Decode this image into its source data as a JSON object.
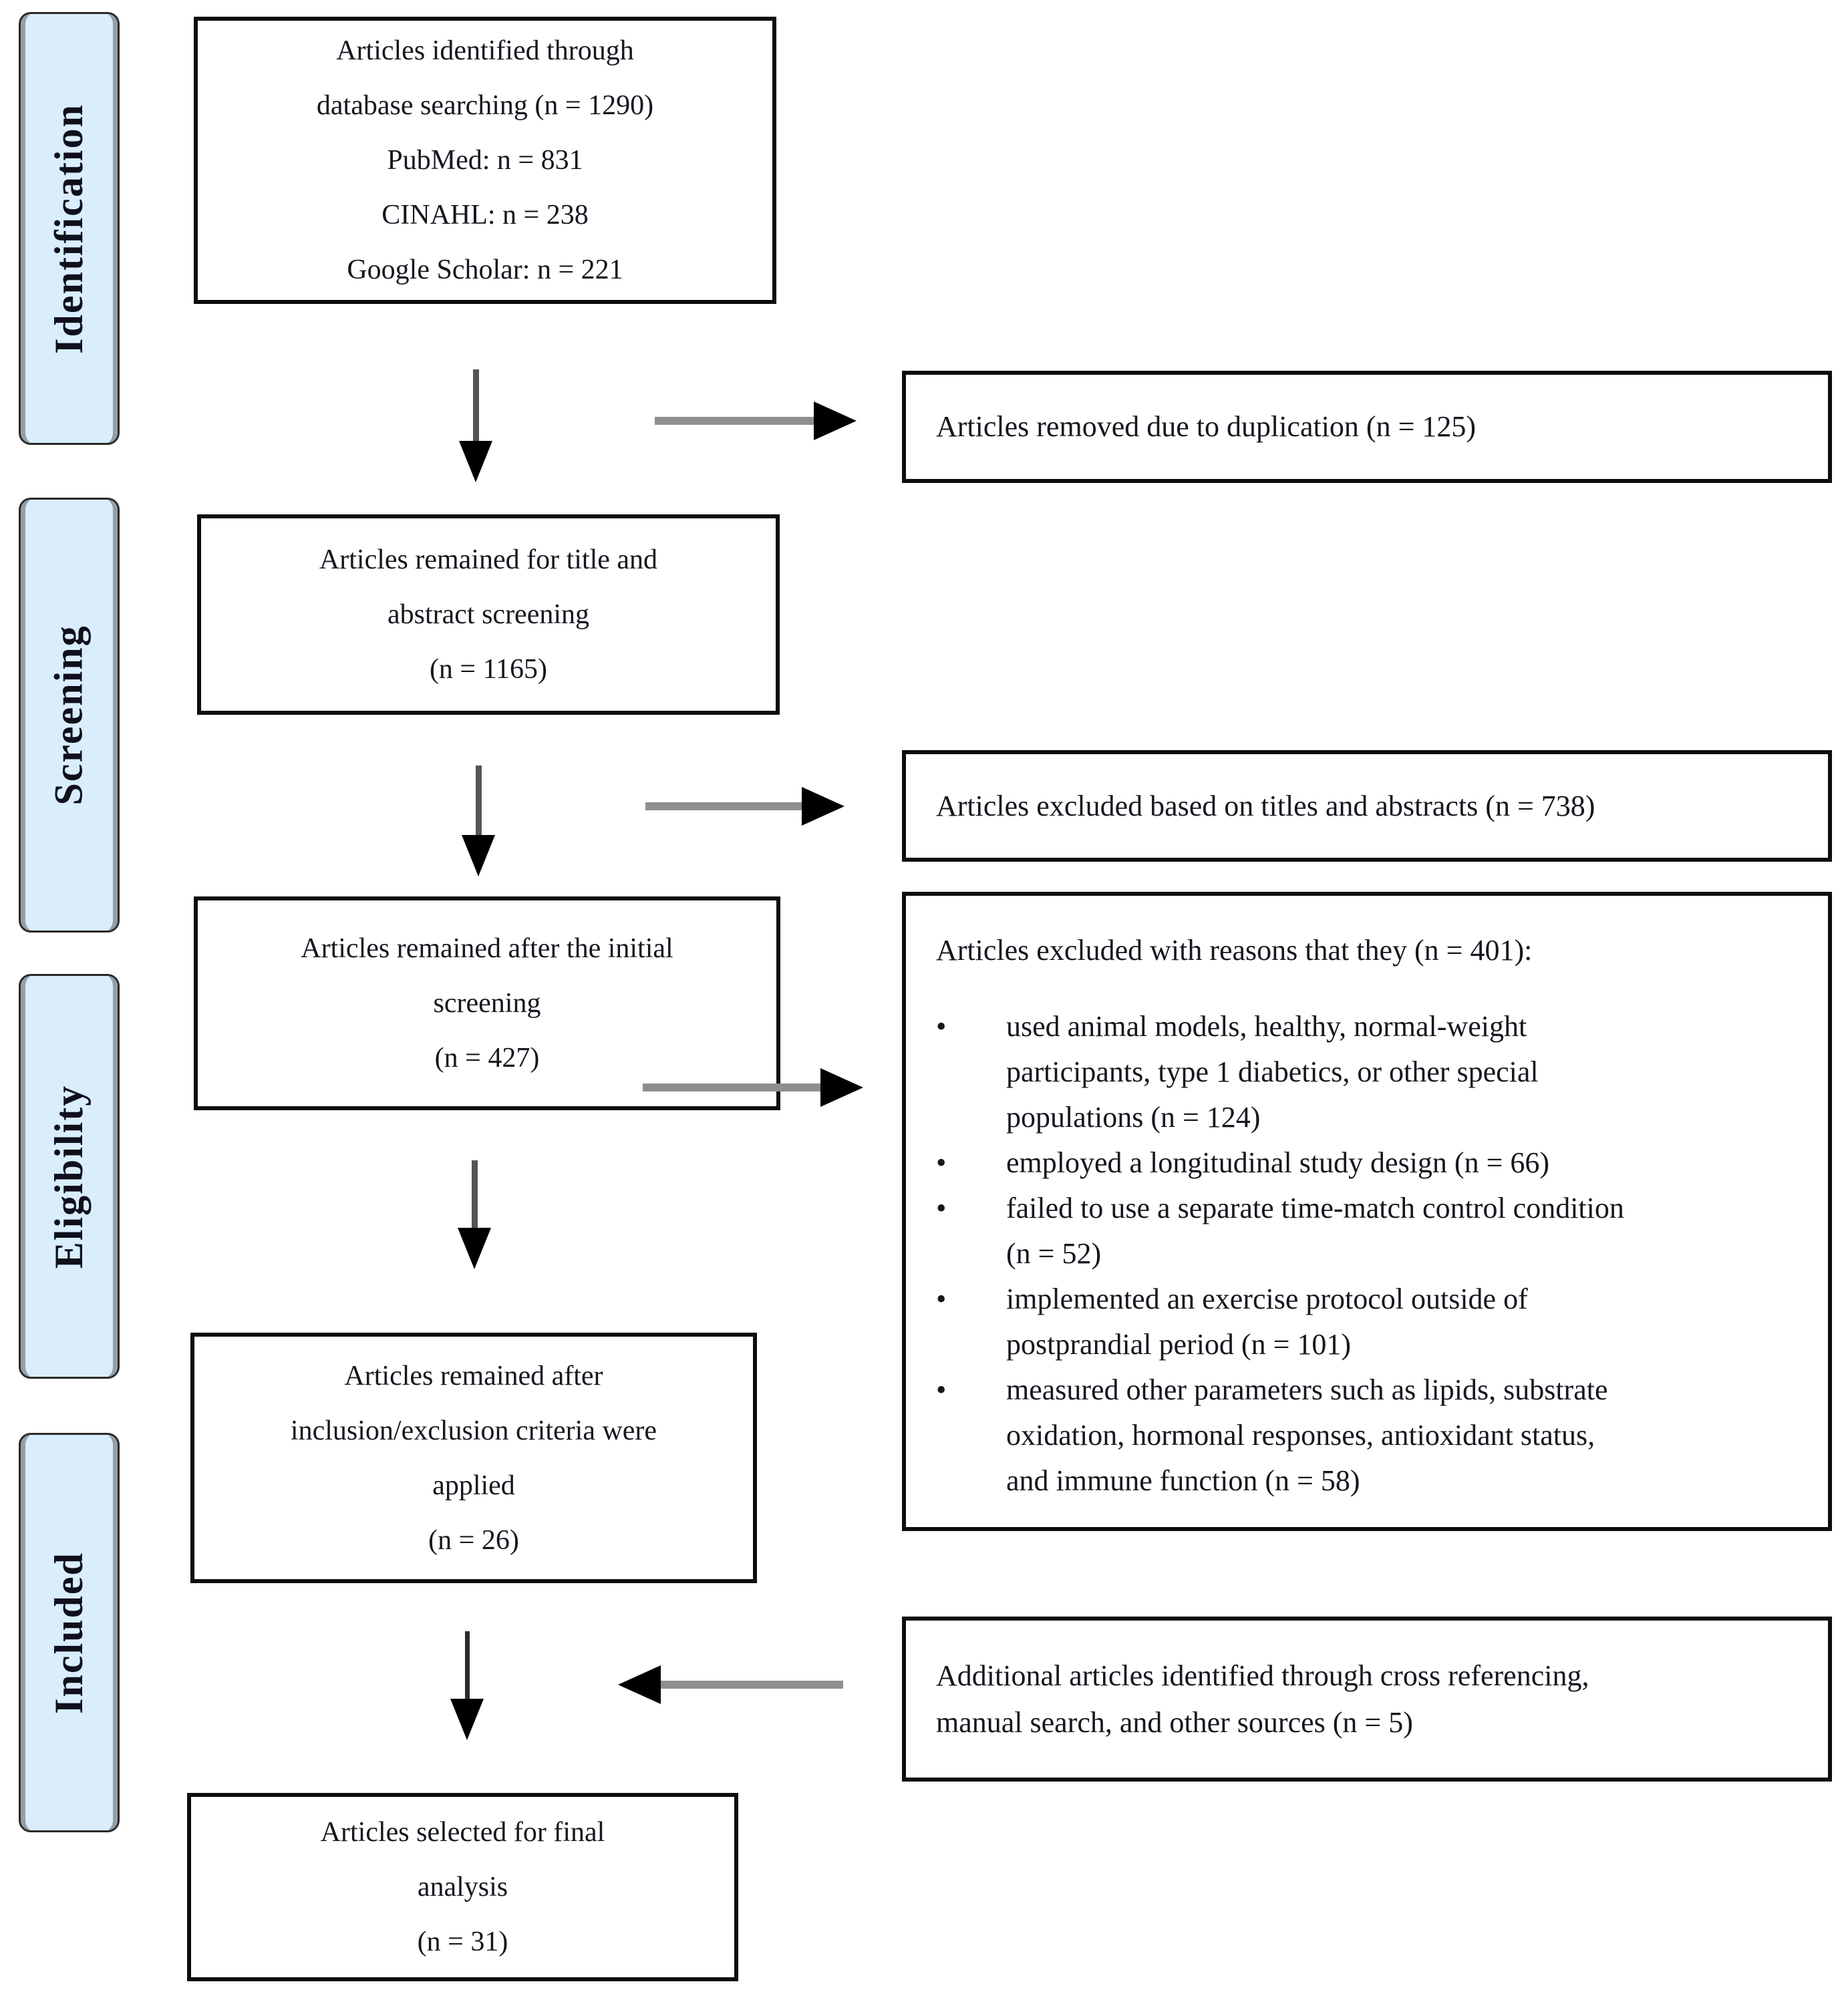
{
  "diagram": {
    "title_semantic": "PRISMA article selection flow diagram",
    "bullet_char": "•",
    "colors": {
      "stage_fill": "#d9edfc",
      "stage_border": "#2a2a2a",
      "box_border": "#0d0d0d",
      "text": "#16161f",
      "arrow_shaft_gray": "#8f8f8f",
      "arrow_shaft_dark": "#555555",
      "arrow_head": "#000000"
    }
  },
  "stages": [
    {
      "label": "Identification"
    },
    {
      "label": "Screening"
    },
    {
      "label": "Eligibility"
    },
    {
      "label": "Included"
    }
  ],
  "flow": [
    {
      "lines": [
        "Articles identified through",
        "database searching (n = 1290)",
        "PubMed: n = 831",
        "CINAHL: n = 238",
        "Google Scholar: n = 221"
      ]
    },
    {
      "lines": [
        "Articles remained for title and",
        "abstract screening",
        "(n = 1165)"
      ]
    },
    {
      "lines": [
        "Articles remained after the initial",
        "screening",
        "(n = 427)"
      ]
    },
    {
      "lines": [
        "Articles remained after",
        "inclusion/exclusion criteria were",
        "applied",
        "(n = 26)"
      ]
    },
    {
      "lines": [
        "Articles selected for final",
        "analysis",
        "(n = 31)"
      ]
    }
  ],
  "side": [
    {
      "lines": [
        "Articles removed due to duplication (n = 125)"
      ]
    },
    {
      "lines": [
        "Articles excluded based on titles and abstracts (n = 738)"
      ]
    },
    {
      "header": "Articles excluded with reasons that they (n = 401):",
      "bullets": [
        {
          "lines": [
            "used animal models, healthy, normal-weight",
            "participants, type 1 diabetics, or other special",
            "populations (n = 124)"
          ]
        },
        {
          "lines": [
            "employed a longitudinal study design (n = 66)"
          ]
        },
        {
          "lines": [
            "failed to use a separate time-match control condition",
            "(n = 52)"
          ]
        },
        {
          "lines": [
            "implemented an exercise protocol outside of",
            "postprandial period (n = 101)"
          ]
        },
        {
          "lines": [
            "measured other parameters such as lipids, substrate",
            "oxidation, hormonal responses, antioxidant status,",
            "and immune function (n = 58)"
          ]
        }
      ]
    },
    {
      "lines": [
        "Additional articles identified through cross referencing,",
        "manual search, and other sources (n = 5)"
      ]
    }
  ]
}
